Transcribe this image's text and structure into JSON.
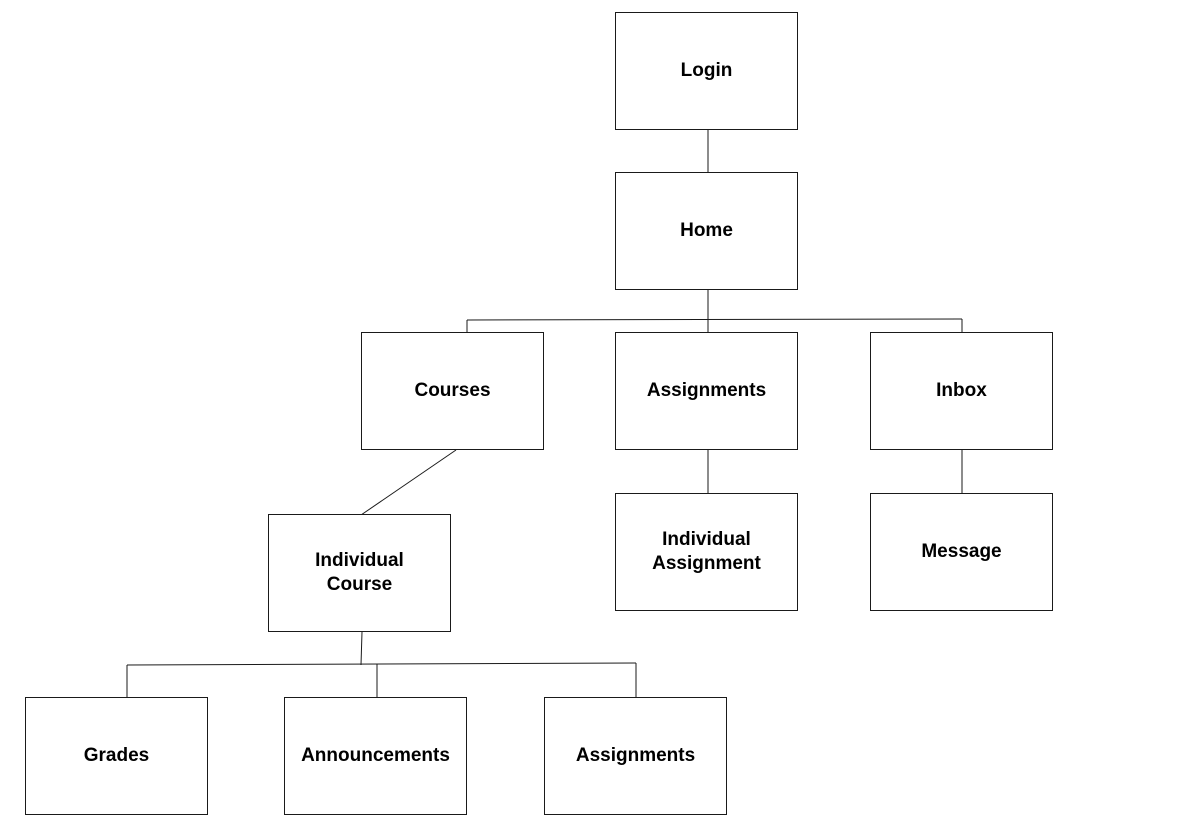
{
  "nodes": {
    "login": "Login",
    "home": "Home",
    "courses": "Courses",
    "assignments": "Assignments",
    "inbox": "Inbox",
    "individual_course": "Individual\nCourse",
    "individual_assignment": "Individual\nAssignment",
    "message": "Message",
    "grades": "Grades",
    "announcements": "Announcements",
    "course_assignments": "Assignments"
  }
}
